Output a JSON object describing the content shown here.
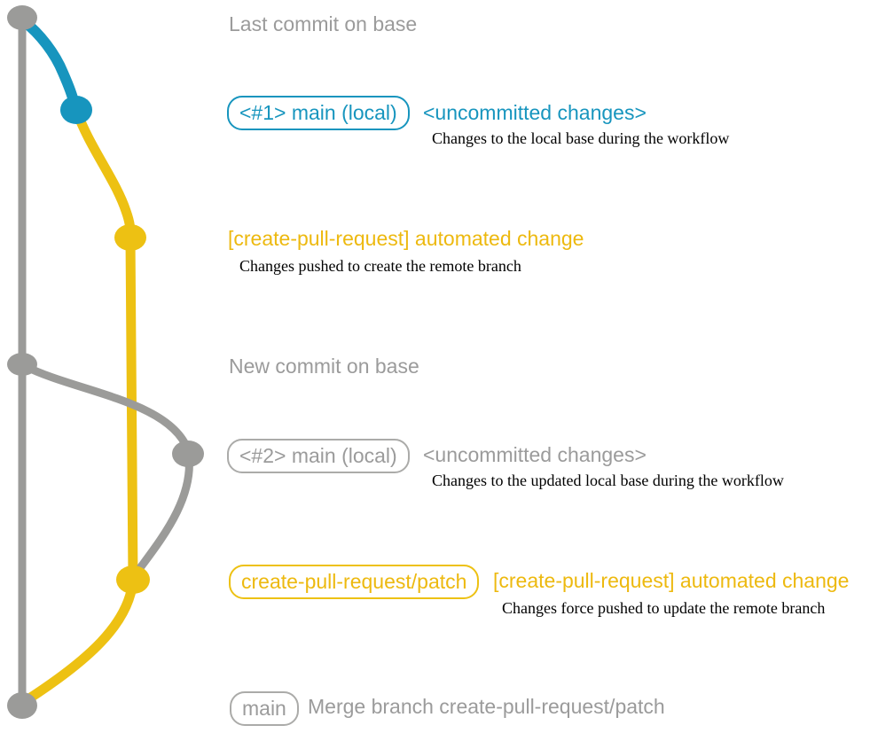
{
  "colors": {
    "blue": "#1795be",
    "yellow": "#edc113",
    "gray": "#9b9b99",
    "gray_text": "#9b9b9b",
    "black": "#000000"
  },
  "graph": {
    "base_branch": "base",
    "local_branch": "main (local)",
    "remote_branch": "create-pull-request/patch",
    "node_names": [
      "last-commit-on-base",
      "uncommitted-changes-1",
      "automated-change-commit-1",
      "new-commit-on-base",
      "uncommitted-changes-2",
      "automated-change-commit-2",
      "merge-commit"
    ]
  },
  "rows": {
    "r1": {
      "text": "Last commit on base"
    },
    "r2": {
      "badge": "<#1> main (local)",
      "status": "<uncommitted changes>",
      "desc": "Changes to the local base during the workflow"
    },
    "r3": {
      "text": "[create-pull-request] automated change",
      "desc": "Changes pushed to create the remote branch"
    },
    "r4": {
      "text": "New commit on base"
    },
    "r5": {
      "badge": "<#2> main (local)",
      "status": "<uncommitted changes>",
      "desc": "Changes to the updated local base during the workflow"
    },
    "r6": {
      "badge": "create-pull-request/patch",
      "text": "[create-pull-request] automated change",
      "desc": "Changes force pushed to update the remote branch"
    },
    "r7": {
      "badge": "main",
      "text": "Merge branch create-pull-request/patch"
    }
  }
}
